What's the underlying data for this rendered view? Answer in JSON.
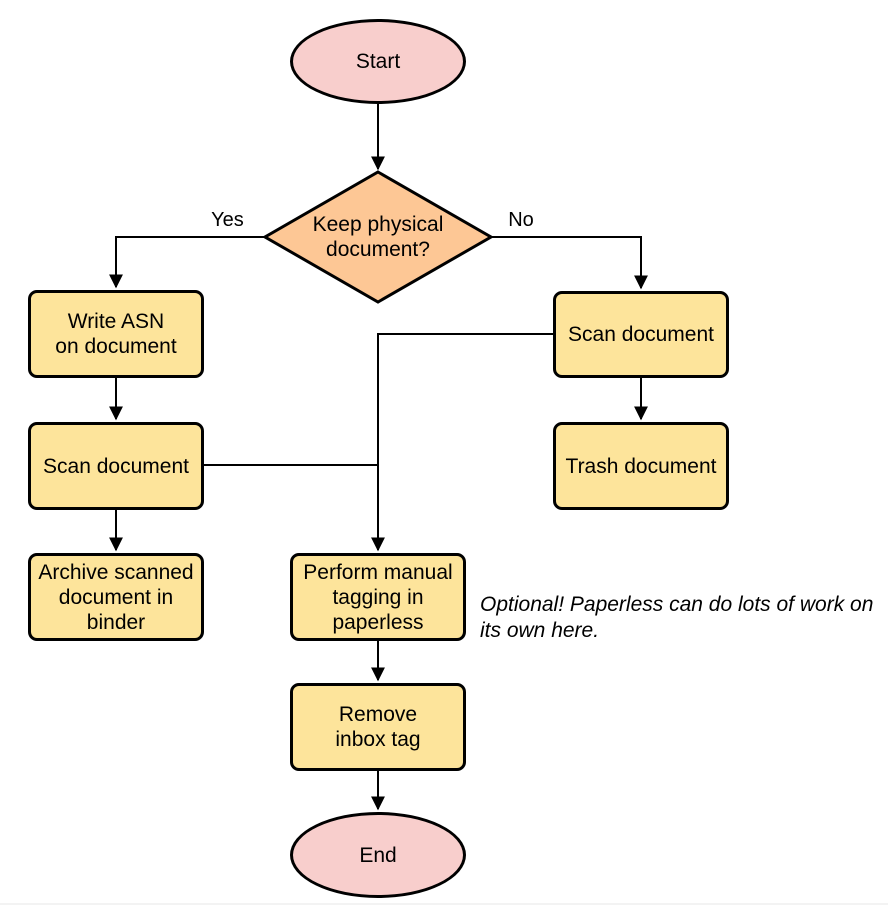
{
  "diagram": {
    "colors": {
      "terminal_fill": "#F8CECC",
      "decision_fill": "#FDC795",
      "process_fill": "#FDE49B",
      "stroke": "#000000"
    },
    "nodes": {
      "start": {
        "type": "terminal",
        "label": "Start"
      },
      "decision": {
        "type": "decision",
        "label": "Keep physical\ndocument?"
      },
      "write_asn": {
        "type": "process",
        "label": "Write ASN\non document"
      },
      "scan_left": {
        "type": "process",
        "label": "Scan document"
      },
      "archive": {
        "type": "process",
        "label": "Archive scanned\ndocument in\nbinder"
      },
      "scan_right": {
        "type": "process",
        "label": "Scan document"
      },
      "trash": {
        "type": "process",
        "label": "Trash document"
      },
      "tagging": {
        "type": "process",
        "label": "Perform manual\ntagging in\npaperless"
      },
      "remove_inbox": {
        "type": "process",
        "label": "Remove\ninbox tag"
      },
      "end": {
        "type": "terminal",
        "label": "End"
      }
    },
    "edge_labels": {
      "yes": "Yes",
      "no": "No"
    },
    "note": {
      "text": "Optional! Paperless can do lots of work on\nits own here."
    }
  }
}
